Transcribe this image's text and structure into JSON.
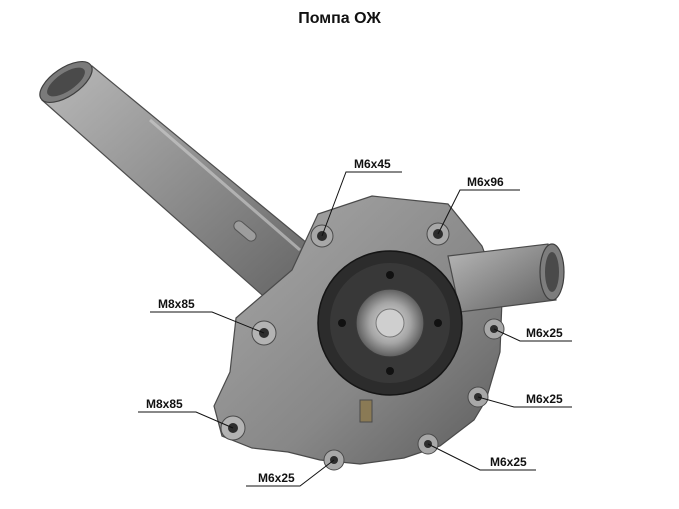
{
  "title": "Помпа ОЖ",
  "labels": {
    "top_left": "M6x45",
    "top_right": "M6x96",
    "mid_left": "M8x85",
    "lower_left": "M8x85",
    "bottom_left": "M6x25",
    "right_upper": "M6x25",
    "right_middle": "M6x25",
    "right_bottom": "M6x25"
  },
  "colors": {
    "metal": "#8f8f8f",
    "metal_dark": "#5f5f5f",
    "metal_light": "#c4c4c4",
    "pulley": "#2c2c2c",
    "leader": "#111111"
  }
}
